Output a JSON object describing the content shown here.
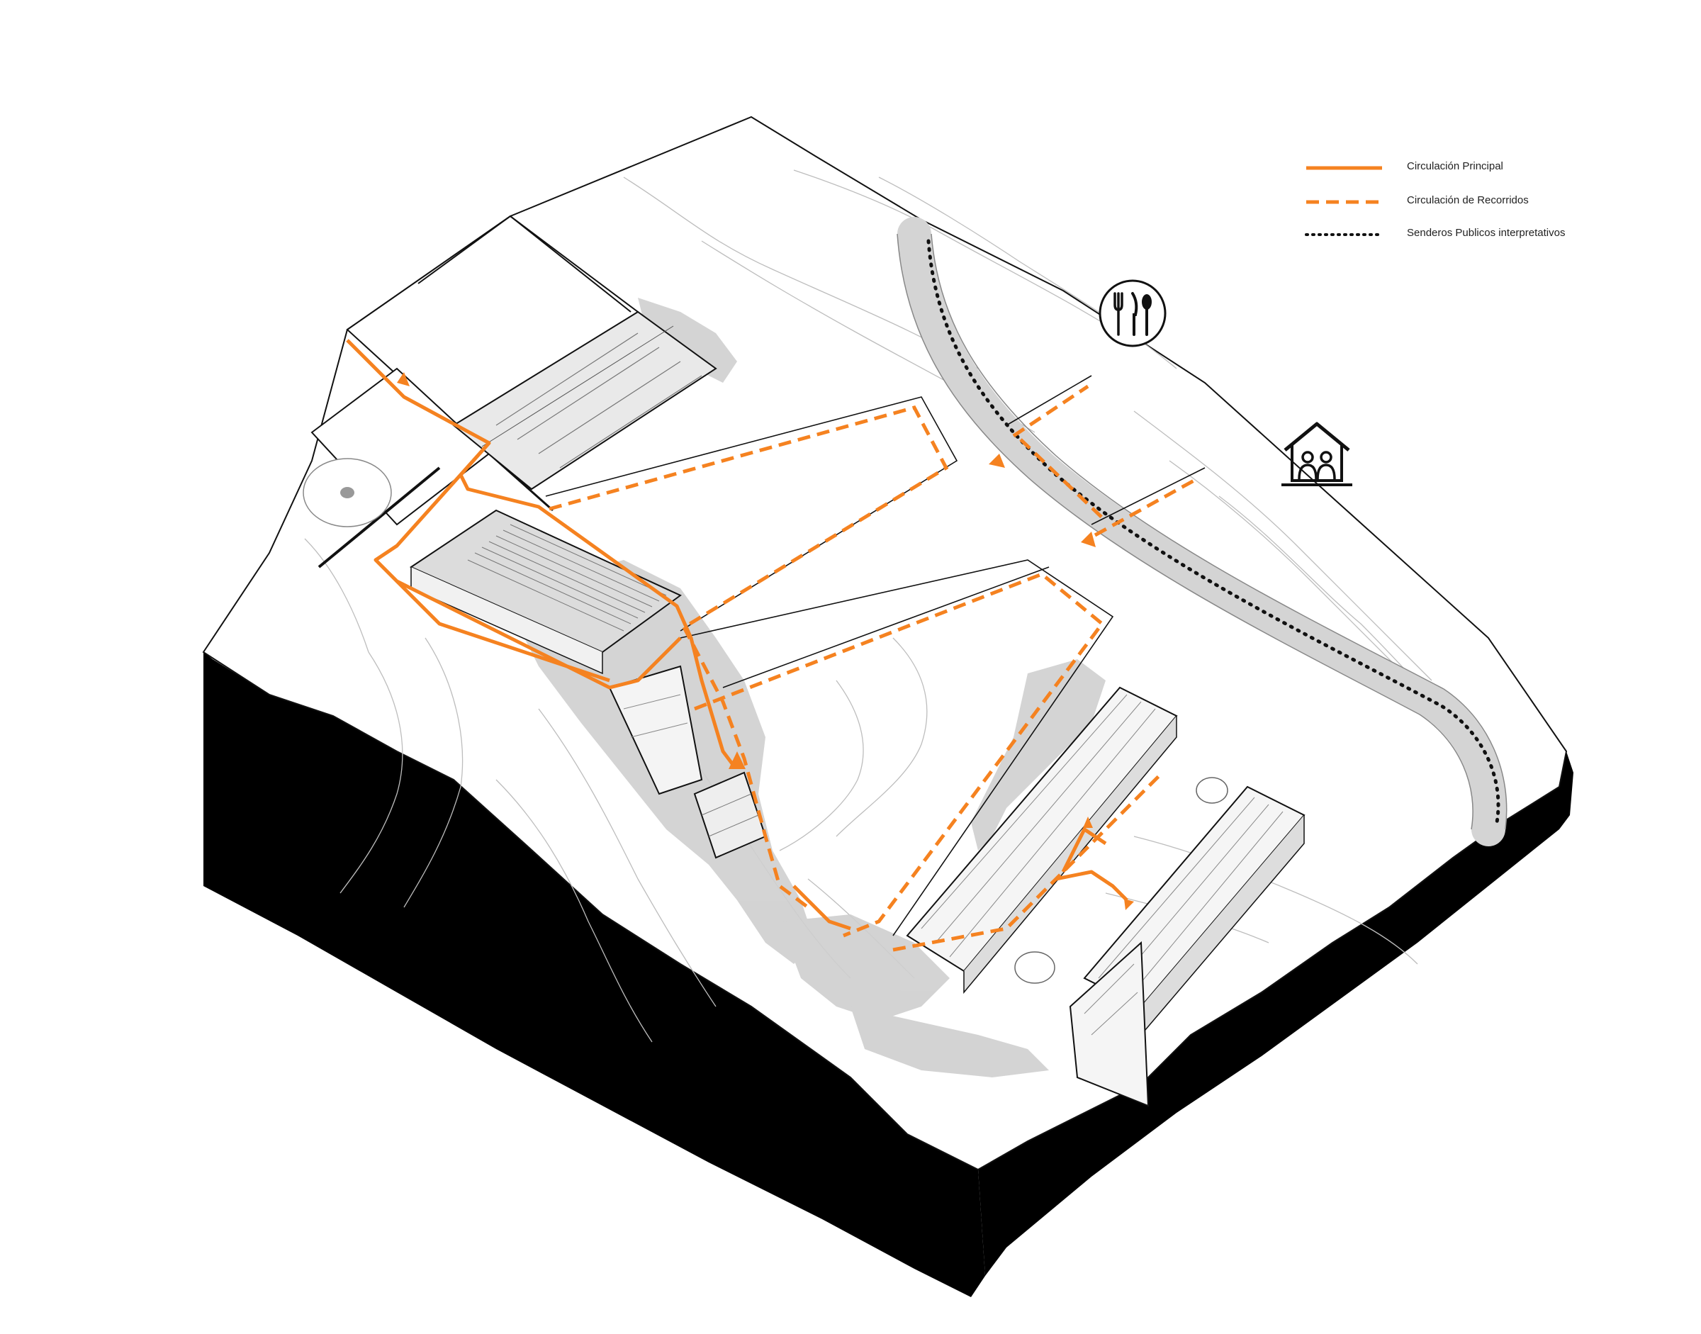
{
  "legend": {
    "items": [
      {
        "label": "Circulación Principal",
        "style": "solid",
        "color": "#f58220"
      },
      {
        "label": "Circulación de Recorridos",
        "style": "dashed",
        "color": "#f58220"
      },
      {
        "label": "Senderos Publicos interpretativos",
        "style": "dotted",
        "color": "#111111"
      }
    ]
  },
  "icons": {
    "restaurant": "fork-knife-spoon-icon",
    "community_house": "house-people-icon"
  },
  "colors": {
    "circulation": "#f58220",
    "terrain_cut": "#000000",
    "shadow": "#cfcfcf",
    "road": "#d4d4d4",
    "contour": "#b9b9b9"
  }
}
